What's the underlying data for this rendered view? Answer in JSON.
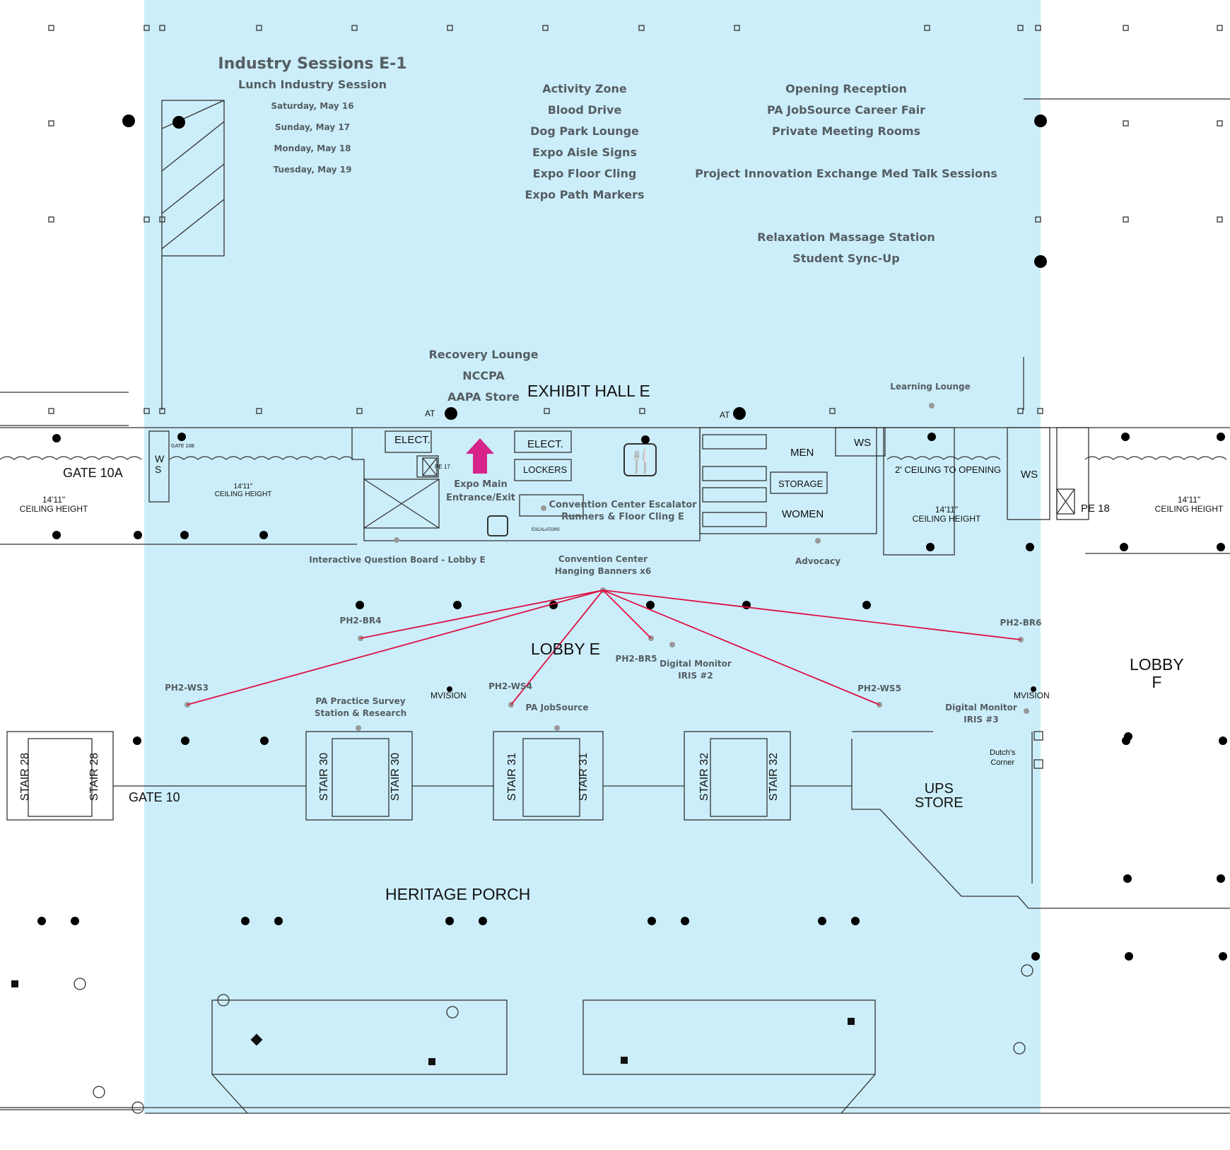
{
  "colors": {
    "highlight_zone": "#cceefa",
    "route_lines": "#dd1144",
    "entrance_arrow": "#d6248a",
    "label_text": "#555e63"
  },
  "sessions": {
    "title": "Industry Sessions E-1",
    "subtitle": "Lunch Industry Session",
    "dates": [
      "Saturday, May 16",
      "Sunday, May 17",
      "Monday, May 18",
      "Tuesday, May 19"
    ]
  },
  "activity_list": [
    "Activity Zone",
    "Blood Drive",
    "Dog Park Lounge",
    "Expo Aisle Signs",
    "Expo Floor Cling",
    "Expo Path Markers"
  ],
  "events_list": [
    "Opening Reception",
    "PA JobSource Career Fair",
    "Private Meeting Rooms"
  ],
  "project_innovation": "Project Innovation Exchange Med Talk Sessions",
  "relaxation_list": [
    "Relaxation Massage Station",
    "Student Sync-Up"
  ],
  "recovery_list": [
    "Recovery Lounge",
    "NCCPA",
    "AAPA Store"
  ],
  "rooms": {
    "exhibit_hall": "EXHIBIT HALL E",
    "learning_lounge": "Learning Lounge",
    "gate_10a": "GATE 10A",
    "gate_10": "GATE 10",
    "lobby_e": "LOBBY E",
    "lobby_f": "LOBBY\nF",
    "heritage_porch": "HERITAGE PORCH",
    "ups_store": "UPS\nSTORE",
    "elect_1": "ELECT.",
    "elect_2": "ELECT.",
    "lockers": "LOCKERS",
    "men": "MEN",
    "women": "WOMEN",
    "storage": "STORAGE",
    "ws_1": "WS",
    "ws_2": "WS",
    "ws_gate": "W\nS",
    "opening_note": "2' CEILING TO OPENING",
    "pe17": "PE 17",
    "pe18": "PE 18",
    "gate10b": "GATE 10B",
    "escalators": "ESCALATORS",
    "at_1": "AT",
    "at_2": "AT",
    "dutchs_corner": "Dutch's\nCorner"
  },
  "ceiling_labels": [
    {
      "id": "c1",
      "h": "14'11\"",
      "t": "CEILING HEIGHT"
    },
    {
      "id": "c2",
      "h": "14'11\"",
      "t": "CEILING HEIGHT"
    },
    {
      "id": "c3",
      "h": "14'11\"",
      "t": "CEILING HEIGHT"
    },
    {
      "id": "c4",
      "h": "14'11\"",
      "t": "CEILING HEIGHT"
    }
  ],
  "stairs": [
    "STAIR 28",
    "STAIR 28",
    "STAIR 30",
    "STAIR 30",
    "STAIR 31",
    "STAIR 31",
    "STAIR 32",
    "STAIR 32"
  ],
  "points": {
    "expo_entrance": "Expo Main\nEntrance/Exit",
    "escalator_runners": "Convention Center Escalator\nRunners & Floor Cling E",
    "question_board": "Interactive Question Board - Lobby E",
    "hanging_banners": "Convention Center\nHanging Banners x6",
    "advocacy": "Advocacy",
    "br4": "PH2-BR4",
    "br5": "PH2-BR5",
    "br6": "PH2-BR6",
    "ws3": "PH2-WS3",
    "ws4": "PH2-WS4",
    "ws5": "PH2-WS5",
    "digital_monitor_2": "Digital Monitor\nIRIS #2",
    "digital_monitor_3": "Digital Monitor\nIRIS #3",
    "practice_survey": "PA Practice Survey\nStation & Research",
    "mvision_1": "MVISION",
    "mvision_2": "MVISION",
    "pa_jobsource": "PA JobSource"
  }
}
